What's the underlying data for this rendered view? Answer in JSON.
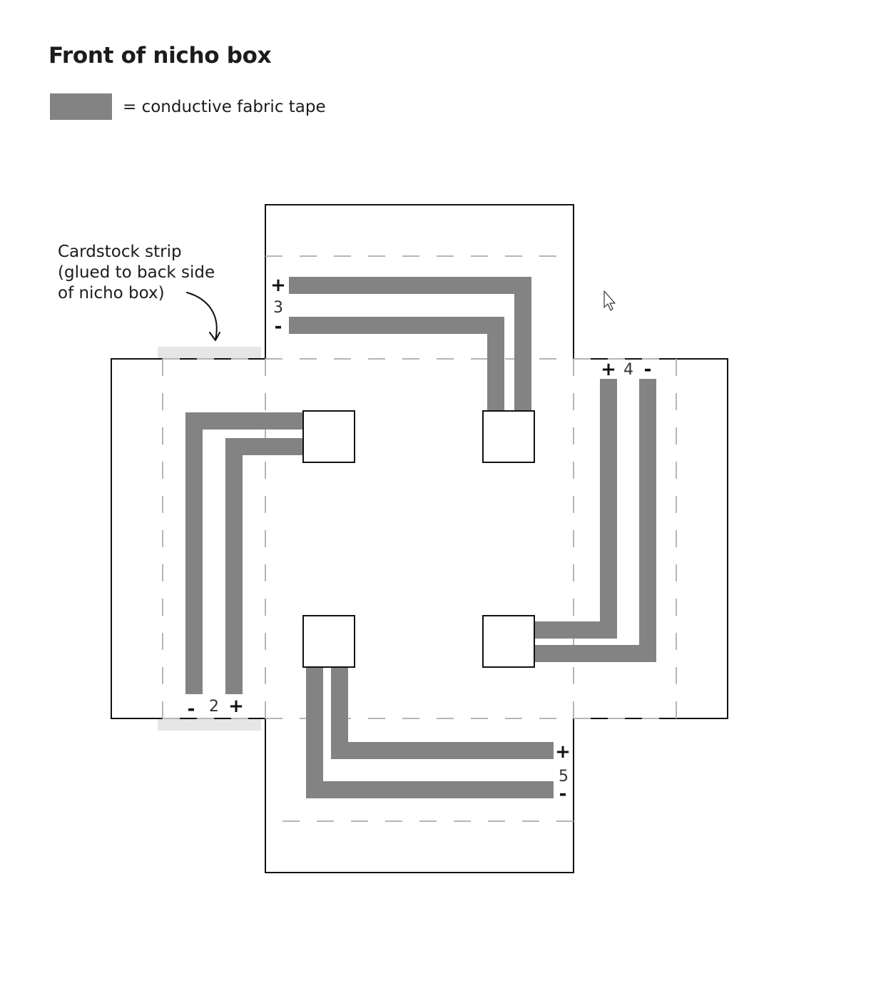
{
  "title": "Front of nicho box",
  "legend": {
    "color": "#838383",
    "label": "= conductive fabric tape"
  },
  "callout": {
    "text": "Cardstock strip\n(glued to back side\nof nicho box)"
  },
  "colors": {
    "tape": "#838383",
    "outline": "#111111",
    "fold_line": "#b5b5b5",
    "cardstock": "#e6e6e6"
  },
  "connectors": [
    {
      "number": "2",
      "plus": "+",
      "minus": "-"
    },
    {
      "number": "3",
      "plus": "+",
      "minus": "-"
    },
    {
      "number": "4",
      "plus": "+",
      "minus": "-"
    },
    {
      "number": "5",
      "plus": "+",
      "minus": "-"
    }
  ],
  "cursor_icon": "arrow-cursor-icon"
}
